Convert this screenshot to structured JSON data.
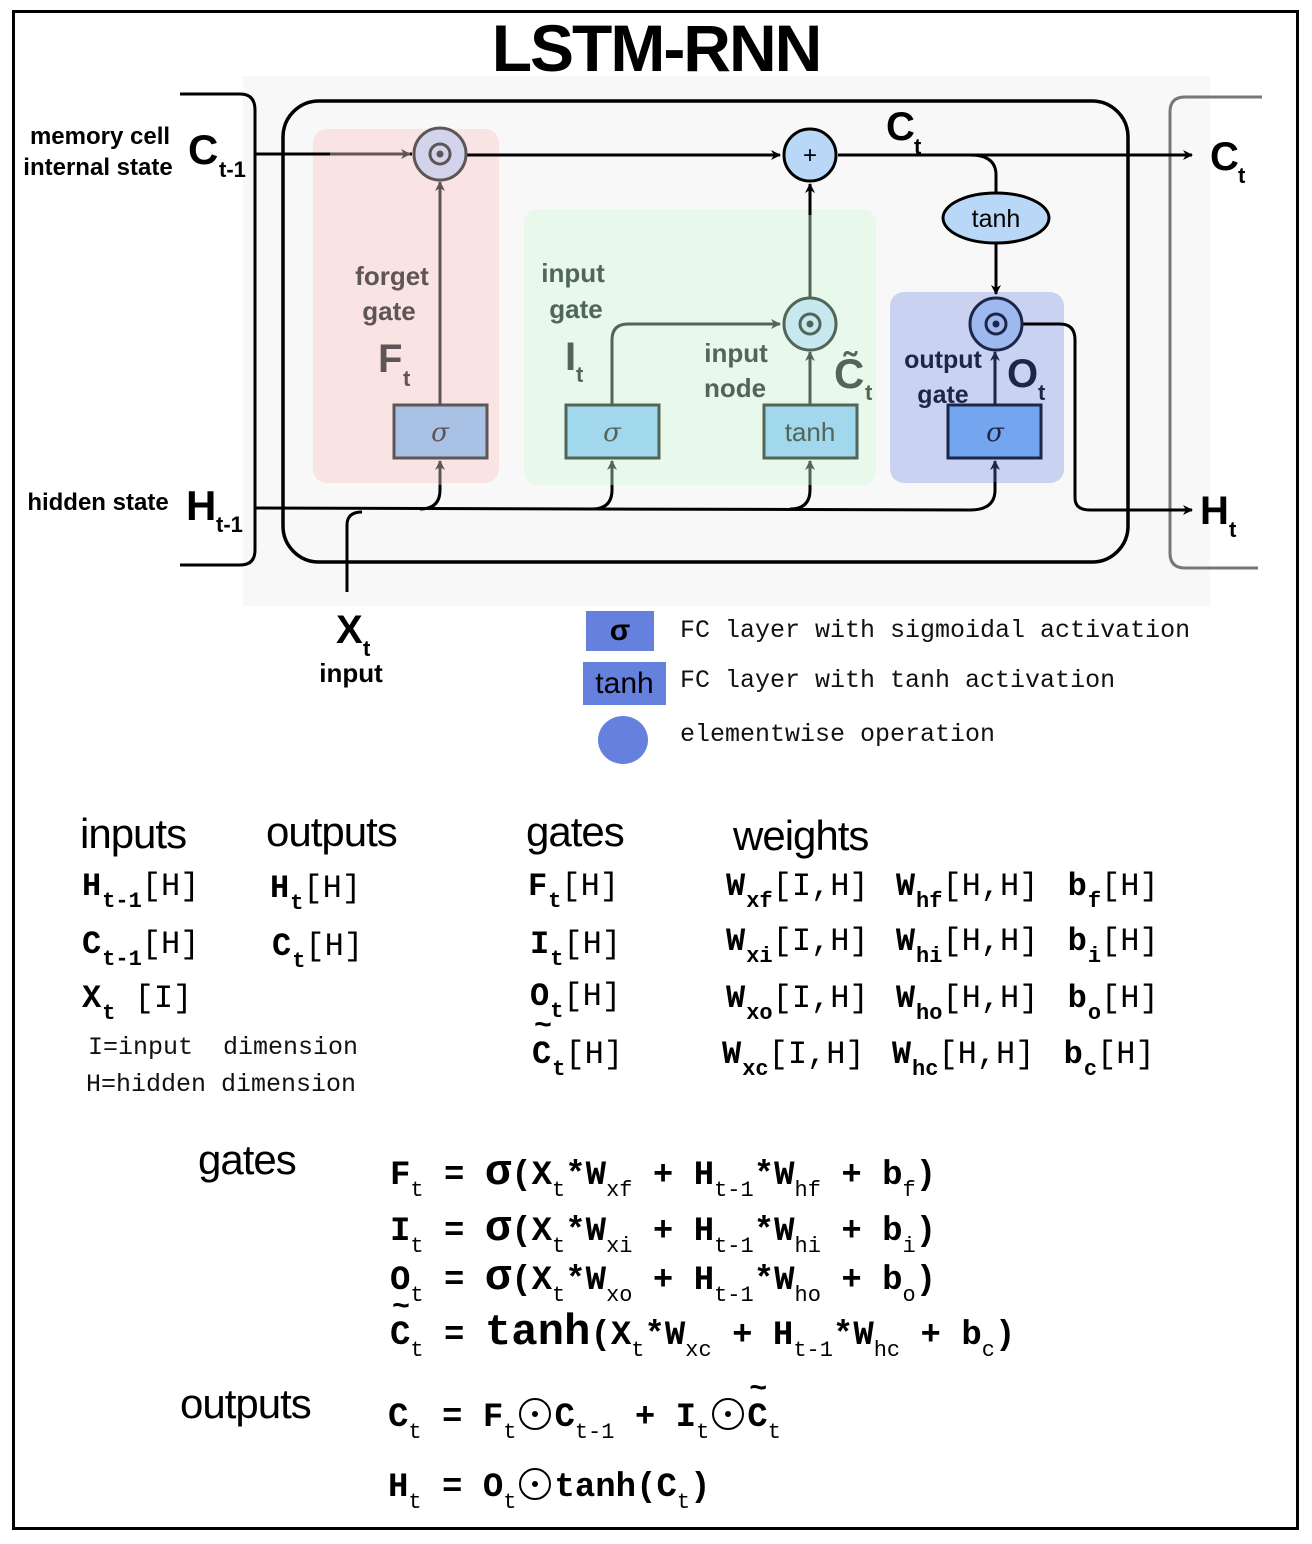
{
  "title": "LSTM-RNN",
  "diagram": {
    "left_labels": {
      "memory_cell_line1": "memory cell",
      "memory_cell_line2": "internal state",
      "c_prev_main": "C",
      "c_prev_sub": "t-1",
      "hidden_state": "hidden state",
      "h_prev_main": "H",
      "h_prev_sub": "t-1"
    },
    "input_label": {
      "x_main": "X",
      "x_sub": "t",
      "word": "input"
    },
    "right_labels": {
      "c_out_main": "C",
      "c_out_sub": "t",
      "h_out_main": "H",
      "h_out_sub": "t",
      "c_mid_main": "C",
      "c_mid_sub": "t"
    },
    "forget_gate": {
      "line1": "forget",
      "line2": "gate",
      "sym_main": "F",
      "sym_sub": "t",
      "box": "σ",
      "color": "#f9e3e3"
    },
    "input_gate": {
      "line1": "input",
      "line2": "gate",
      "sym_main": "I",
      "sym_sub": "t",
      "box": "σ",
      "color": "#e6f7e9"
    },
    "input_node": {
      "line1": "input",
      "line2": "node",
      "sym_main": "C̃",
      "sym_sub": "t",
      "box": "tanh"
    },
    "output_gate": {
      "line1": "output",
      "line2": "gate",
      "sym_main": "O",
      "sym_sub": "t",
      "box": "σ",
      "color": "#c5cff0"
    },
    "ops": {
      "plus": "+",
      "elementwise": "⊙",
      "tanh_ellipse": "tanh"
    }
  },
  "legend": [
    {
      "symbol": "σ",
      "text": "FC layer with sigmoidal activation",
      "icon": "sigma-box-icon"
    },
    {
      "symbol": "tanh",
      "text": "FC layer with tanh activation",
      "icon": "tanh-box-icon"
    },
    {
      "symbol": "",
      "text": "elementwise operation",
      "icon": "circle-icon"
    }
  ],
  "legend_color": "#6680de",
  "tables": {
    "inputs": {
      "heading": "inputs",
      "rows": [
        {
          "sym": "H",
          "sub": "t-1",
          "dim": "[H]"
        },
        {
          "sym": "C",
          "sub": "t-1",
          "dim": "[H]"
        },
        {
          "sym": "X",
          "sub": "t",
          "dim": " [I]"
        }
      ],
      "notes": [
        "I=input  dimension",
        "H=hidden dimension"
      ]
    },
    "outputs": {
      "heading": "outputs",
      "rows": [
        {
          "sym": "H",
          "sub": "t",
          "dim": "[H]"
        },
        {
          "sym": "C",
          "sub": "t",
          "dim": "[H]"
        }
      ]
    },
    "gates": {
      "heading": "gates",
      "rows": [
        {
          "sym": "F",
          "sub": "t",
          "dim": "[H]"
        },
        {
          "sym": "I",
          "sub": "t",
          "dim": "[H]"
        },
        {
          "sym": "O",
          "sub": "t",
          "dim": "[H]"
        },
        {
          "sym": "C",
          "sub": "t",
          "dim": "[H]",
          "tilde": true
        }
      ]
    },
    "weights": {
      "heading": "weights",
      "rows": [
        [
          {
            "sym": "W",
            "sub": "xf",
            "dim": "[I,H]"
          },
          {
            "sym": "W",
            "sub": "hf",
            "dim": "[H,H]"
          },
          {
            "sym": "b",
            "sub": "f",
            "dim": "[H]"
          }
        ],
        [
          {
            "sym": "W",
            "sub": "xi",
            "dim": "[I,H]"
          },
          {
            "sym": "W",
            "sub": "hi",
            "dim": "[H,H]"
          },
          {
            "sym": "b",
            "sub": "i",
            "dim": "[H]"
          }
        ],
        [
          {
            "sym": "W",
            "sub": "xo",
            "dim": "[I,H]"
          },
          {
            "sym": "W",
            "sub": "ho",
            "dim": "[H,H]"
          },
          {
            "sym": "b",
            "sub": "o",
            "dim": "[H]"
          }
        ],
        [
          {
            "sym": "W",
            "sub": "xc",
            "dim": "[I,H]"
          },
          {
            "sym": "W",
            "sub": "hc",
            "dim": "[H,H]"
          },
          {
            "sym": "b",
            "sub": "c",
            "dim": "[H]"
          }
        ]
      ]
    }
  },
  "equations": {
    "gates_heading": "gates",
    "gates": [
      {
        "lhs": "F",
        "lhs_sub": "t",
        "fn": "σ",
        "wx": "xf",
        "wh": "hf",
        "b": "f"
      },
      {
        "lhs": "I",
        "lhs_sub": "t",
        "fn": "σ",
        "wx": "xi",
        "wh": "hi",
        "b": "i"
      },
      {
        "lhs": "O",
        "lhs_sub": "t",
        "fn": "σ",
        "wx": "xo",
        "wh": "ho",
        "b": "o"
      },
      {
        "lhs": "C",
        "lhs_sub": "t",
        "fn": "tanh",
        "wx": "xc",
        "wh": "hc",
        "b": "c",
        "tilde": true
      }
    ],
    "outputs_heading": "outputs",
    "outputs": [
      "C_t = F_t ⊙ C_t-1 + I_t ⊙ C̃_t",
      "H_t = O_t ⊙ tanh(C_t)"
    ],
    "tokens": {
      "x": "X",
      "h": "H",
      "w": "W",
      "b": "b",
      "t": "t",
      "tm1": "t-1",
      "eq": "=",
      "plus": "+",
      "star": "*",
      "lp": "(",
      "rp": ")",
      "tanh": "tanh",
      "C": "C",
      "F": "F",
      "I": "I",
      "O": "O"
    }
  }
}
